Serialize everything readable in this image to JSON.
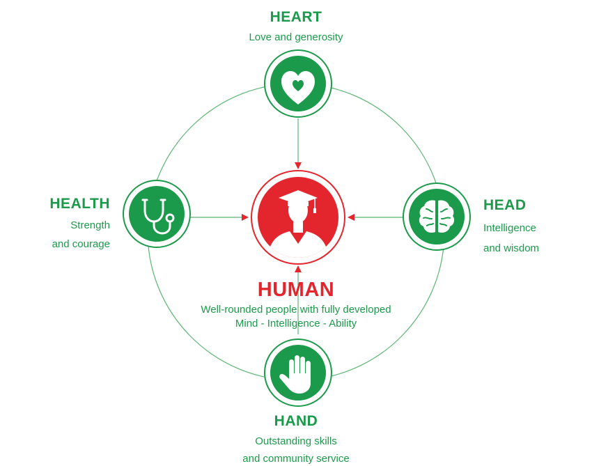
{
  "colors": {
    "green": "#1a9a4a",
    "red": "#e3262e",
    "ring_line": "#5cb574"
  },
  "center": {
    "title": "HUMAN",
    "lines": [
      "Well-rounded people with fully developed",
      "Mind - Intelligence - Ability"
    ],
    "icon": "graduate-icon"
  },
  "nodes": {
    "heart": {
      "title": "HEART",
      "lines": [
        "Love and generosity"
      ],
      "icon": "heart-icon"
    },
    "health": {
      "title": "HEALTH",
      "lines": [
        "Strength",
        "and courage"
      ],
      "icon": "stethoscope-icon"
    },
    "head": {
      "title": "HEAD",
      "lines": [
        "Intelligence",
        "and wisdom"
      ],
      "icon": "brain-icon"
    },
    "hand": {
      "title": "HAND",
      "lines": [
        "Outstanding skills",
        "and community service"
      ],
      "icon": "hand-icon"
    }
  }
}
